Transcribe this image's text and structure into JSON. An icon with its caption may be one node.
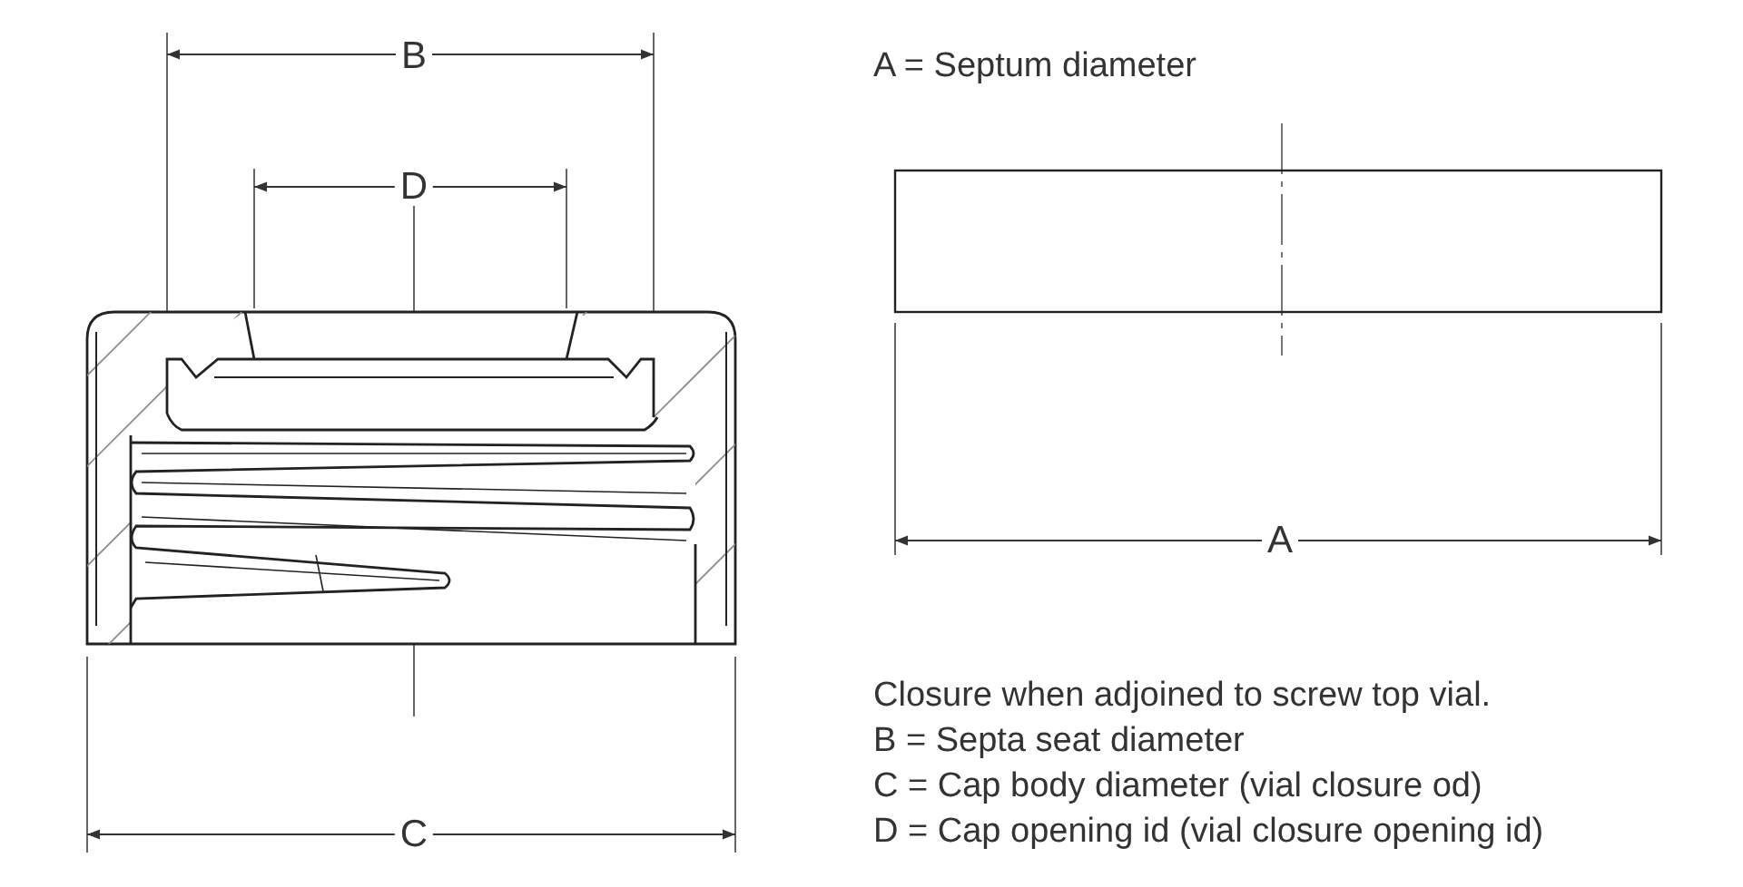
{
  "diagram": {
    "labels": [
      "B",
      "A = Septum diameter",
      "D",
      "A",
      "Closure when adjoined to screw top vial.",
      "B = Septa seat diameter",
      "C = Cap body diameter (vial closure od)",
      "C",
      "D = Cap opening id (vial closure opening id)"
    ]
  }
}
